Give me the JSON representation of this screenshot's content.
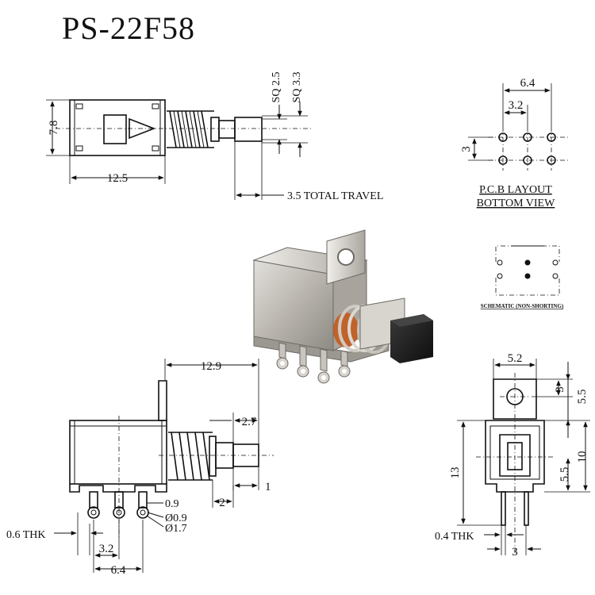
{
  "title": "PS-22F58",
  "top_view": {
    "height": "7.8",
    "length": "12.5",
    "stem_sq_small": "SQ 2.5",
    "stem_sq_large": "SQ 3.3",
    "travel": "3.5 TOTAL TRAVEL"
  },
  "pcb": {
    "width_outer": "6.4",
    "width_inner": "3.2",
    "row_pitch": "3",
    "caption_line1": "P.C.B LAYOUT",
    "caption_line2": "BOTTOM VIEW"
  },
  "schematic": {
    "caption": "SCHEMATIC (NON-SHORTING)"
  },
  "side_view": {
    "length": "12.9",
    "stem_length": "2.7",
    "dim_2": "2",
    "dim_1": "1",
    "dim_09": "0.9",
    "hole_dia": "Ø0.9",
    "pad_dia": "Ø1.7",
    "thickness": "0.6 THK",
    "pitch_inner": "3.2",
    "pitch_outer": "6.4"
  },
  "end_view": {
    "width": "5.2",
    "dim_3": "3",
    "dim_55_top": "5.5",
    "dim_13": "13",
    "dim_10": "10",
    "dim_55_bot": "5.5",
    "thickness": "0.4 THK",
    "pin_pitch": "3"
  },
  "colors": {
    "line": "#111111",
    "metal": "#b8b4ae",
    "cap": "#1c1c1c",
    "copper": "#c0622a"
  },
  "photo_icon": "push-switch-photo"
}
